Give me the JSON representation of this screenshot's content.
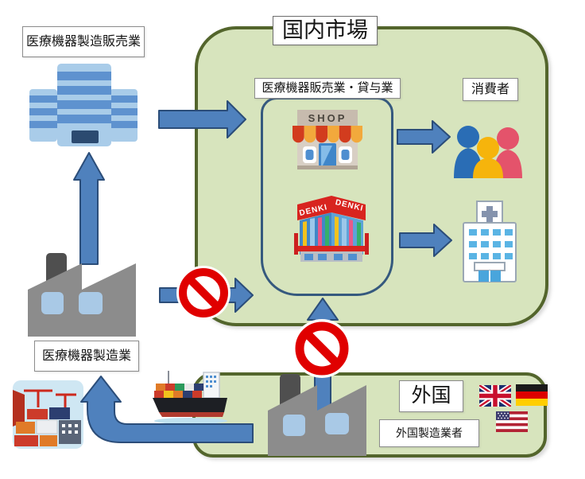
{
  "diagram": {
    "title": "国内市場",
    "labels": {
      "marketing_holder": "医療機器製造販売業",
      "domestic_market": "国内市場",
      "dealers": "医療機器販売業・貸与業",
      "consumers": "消費者",
      "manufacturer": "医療機器製造業",
      "foreign": "外国",
      "foreign_manufacturer": "外国製造業者"
    },
    "signs": {
      "shop": "SHOP",
      "denki_left": "DENKI",
      "denki_right": "DENKI"
    },
    "icons": [
      "office-building-icon",
      "factory-icon",
      "shop-store-icon",
      "electronics-store-icon",
      "people-group-icon",
      "hospital-icon",
      "container-ship-icon",
      "container-yard-icon",
      "uk-flag-icon",
      "germany-flag-icon",
      "usa-flag-icon",
      "prohibition-icon",
      "arrow-icon"
    ],
    "prohibition_sign_count": 2,
    "colors": {
      "box_fill": "#d7e4bd",
      "box_border": "#53652c",
      "inner_box_border": "#35597e",
      "arrow_fill": "#4f81bd",
      "arrow_border": "#2b4d79",
      "prohibition_red": "#e00000",
      "background": "#ffffff"
    }
  }
}
